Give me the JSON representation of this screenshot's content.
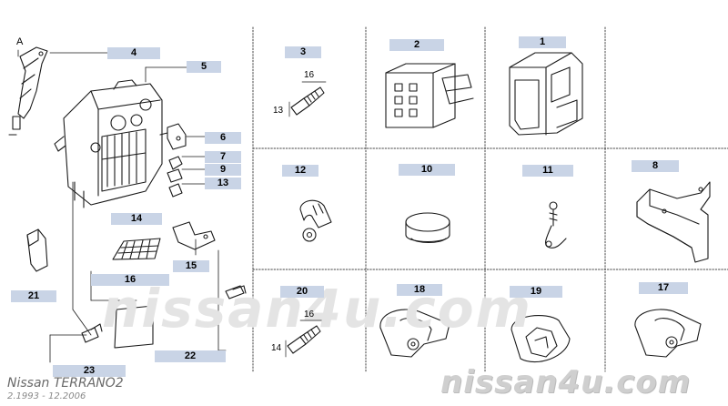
{
  "vehicle": {
    "name": "Nissan TERRANO2",
    "range": "2.1993 - 12.2006"
  },
  "watermarks": [
    "nissan4u.com",
    "nissan4u.com"
  ],
  "view_label": "A",
  "callouts": {
    "p1": "1",
    "p2": "2",
    "p3": "3",
    "p4": "4",
    "p5": "5",
    "p6": "6",
    "p7": "7",
    "p8": "8",
    "p9": "9",
    "p10": "10",
    "p11": "11",
    "p12": "12",
    "p13": "13",
    "p14": "14",
    "p15": "15",
    "p16": "16",
    "p17": "17",
    "p18": "18",
    "p19": "19",
    "p20": "20",
    "p21": "21",
    "p22": "22",
    "p23": "23"
  },
  "dimensions": {
    "d3_len": "16",
    "d3_dia": "13",
    "d20_len": "16",
    "d20_dia": "14"
  },
  "colors": {
    "line": "#1a1a1a",
    "callout_bg": "#c9d4e6",
    "grid": "#444444"
  }
}
